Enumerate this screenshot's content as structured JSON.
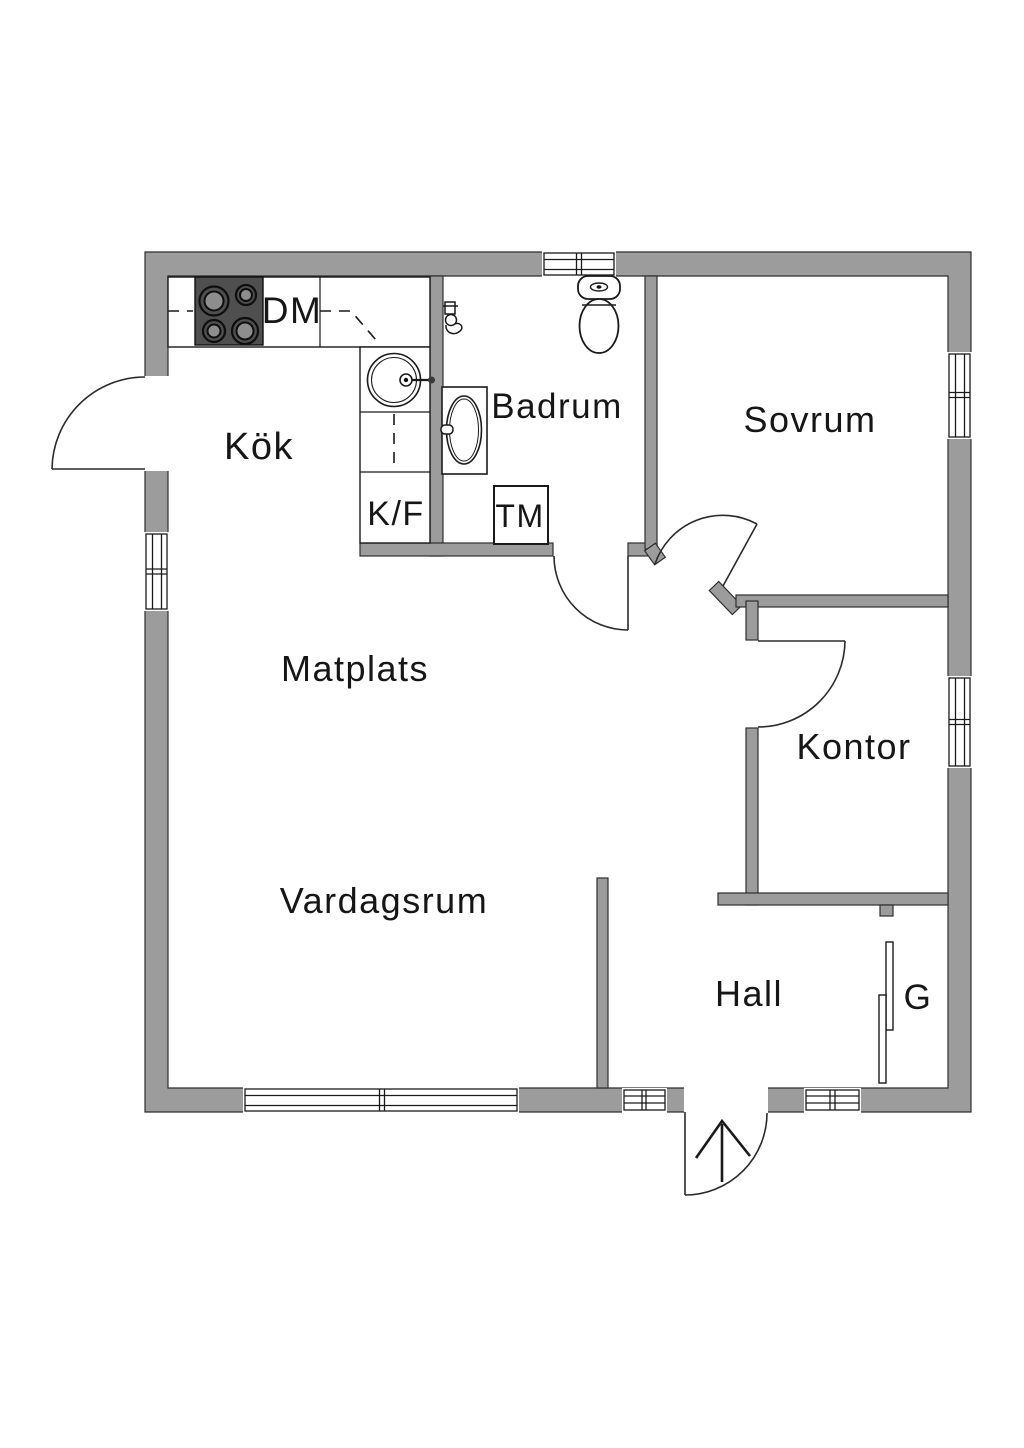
{
  "plan": {
    "title": "Apartment floor plan",
    "background_color": "#ffffff",
    "wall_color": "#9c9c9c",
    "line_color": "#1a1a1a",
    "stove_color": "#4f4f4f",
    "rooms": {
      "kitchen": "Kök",
      "bathroom": "Badrum",
      "bedroom": "Sovrum",
      "dining": "Matplats",
      "office": "Kontor",
      "living": "Vardagsrum",
      "hall": "Hall"
    },
    "appliances": {
      "dishwasher": "DM",
      "fridge_freezer": "K/F",
      "washing_machine": "TM",
      "wardrobe": "G"
    }
  }
}
